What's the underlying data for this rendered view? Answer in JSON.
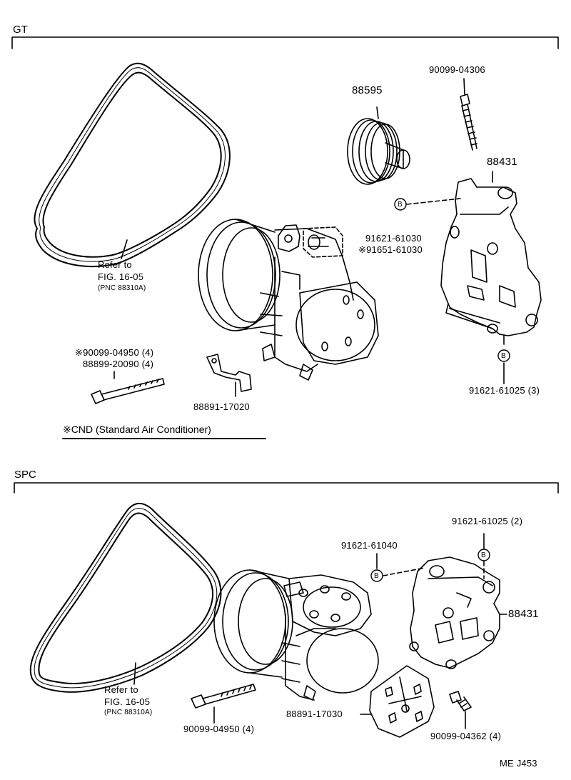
{
  "sections": {
    "gt": {
      "title": "GT",
      "belt_ref_line1": "Refer to",
      "belt_ref_line2": "FIG. 16-05",
      "belt_ref_line3": "(PNC 88310A)",
      "pulley": "88595",
      "bolt_top": "90099-04306",
      "bracket": "88431",
      "nut_b_1": "91621-61030",
      "nut_b_2": "※91651-61030",
      "nut_bottom": "91621-61025 (3)",
      "bolt_long_1": "※90099-04950 (4)",
      "bolt_long_2": "88899-20090 (4)",
      "clip": "88891-17020",
      "note": "※CND (Standard Air Conditioner)",
      "circle_letter": "B"
    },
    "spc": {
      "title": "SPC",
      "belt_ref_line1": "Refer to",
      "belt_ref_line2": "FIG. 16-05",
      "belt_ref_line3": "(PNC 88310A)",
      "nut_top": "91621-61025 (2)",
      "nut_left": "91621-61040",
      "bracket": "88431",
      "cover": "88891-17030",
      "bolt_long": "90099-04950 (4)",
      "bolt_small": "90099-04362 (4)",
      "circle_letter": "B"
    }
  },
  "footer": {
    "code": "ME  J453"
  }
}
